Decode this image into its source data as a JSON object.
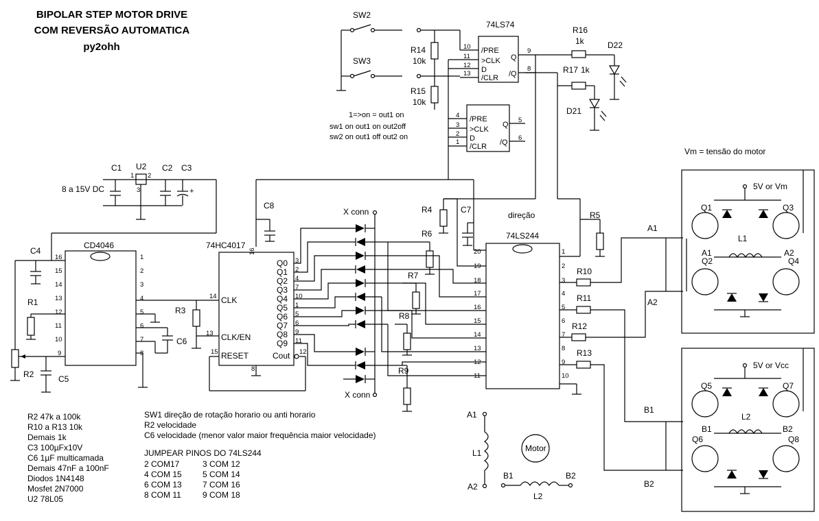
{
  "title": {
    "line1": "BIPOLAR STEP MOTOR DRIVE",
    "line2": "COM REVERSÃO AUTOMATICA",
    "author": "py2ohh"
  },
  "components": {
    "sw2": "SW2",
    "sw3": "SW3",
    "ic74ls74": "74LS74",
    "r16": "R16",
    "r16v": "1k",
    "d22": "D22",
    "r17": "R17",
    "r17v": "1k",
    "d21": "D21",
    "r14": "R14",
    "r14v": "10k",
    "r15": "R15",
    "r15v": "10k",
    "c1": "C1",
    "u2": "U2",
    "c2": "C2",
    "c3": "C3",
    "supply": "8 a 15V DC",
    "c8": "C8",
    "c4": "C4",
    "ic4046": "CD4046",
    "r1": "R1",
    "r2": "R2",
    "c5": "C5",
    "r3": "R3",
    "c6": "C6",
    "ic4017": "74HC4017",
    "xconn_top": "X conn",
    "xconn_bot": "X conn",
    "r4": "R4",
    "c7": "C7",
    "r5": "R5",
    "r6": "R6",
    "r7": "R7",
    "r8": "R8",
    "r9": "R9",
    "direcao": "direção",
    "ic244": "74LS244",
    "r10": "R10",
    "r11": "R11",
    "r12": "R12",
    "r13": "R13",
    "vm_label": "Vm = tensão do motor",
    "vsup1": "5V or Vm",
    "vsup2": "5V or Vcc",
    "q1": "Q1",
    "q2": "Q2",
    "q3": "Q3",
    "q4": "Q4",
    "q5": "Q5",
    "q6": "Q6",
    "q7": "Q7",
    "q8": "Q8",
    "l1": "L1",
    "l2": "L2",
    "a1": "A1",
    "a2": "A2",
    "b1": "B1",
    "b2": "B2",
    "motor": "Motor"
  },
  "pins": {
    "ls74_top": [
      "/PRE",
      ">CLK",
      "D",
      "/CLR",
      "Q",
      "/Q"
    ],
    "ls74_top_nums": [
      "10",
      "11",
      "12",
      "13",
      "9",
      "8"
    ],
    "ls74_bot": [
      "/PRE",
      ">CLK",
      "D",
      "/CLR",
      "Q",
      "/Q"
    ],
    "ls74_bot_nums": [
      "4",
      "3",
      "2",
      "1",
      "5",
      "6"
    ],
    "ic4017_out": [
      "Q0",
      "Q1",
      "Q2",
      "Q3",
      "Q4",
      "Q5",
      "Q6",
      "Q7",
      "Q8",
      "Q9"
    ],
    "ic4017_out_nums": [
      "3",
      "2",
      "4",
      "7",
      "10",
      "1",
      "5",
      "6",
      "9",
      "11"
    ],
    "ic4017_in": [
      "CLK",
      "CLK/EN",
      "RESET",
      "Cout"
    ],
    "ic4017_in_nums": [
      "14",
      "13",
      "15",
      "12",
      "16",
      "8"
    ],
    "ic4046_left": [
      "16",
      "15",
      "14",
      "13",
      "12",
      "11",
      "10",
      "9"
    ],
    "ic4046_right": [
      "1",
      "2",
      "3",
      "4",
      "5",
      "6",
      "7",
      "8"
    ],
    "ic244_left": [
      "20",
      "19",
      "18",
      "17",
      "16",
      "15",
      "14",
      "13",
      "12",
      "11"
    ],
    "ic244_right": [
      "1",
      "2",
      "3",
      "4",
      "5",
      "6",
      "7",
      "8",
      "9",
      "10"
    ],
    "u2_pins": [
      "1",
      "2",
      "3"
    ]
  },
  "truth_table": {
    "line1": "1=>on = out1 on",
    "line2": "sw1 on  out1 on     out2off",
    "line3": "sw2 on  out1 off    out2 on"
  },
  "parts_list": [
    "R2 47k a 100k",
    "R10 a R13 10k",
    "Demais 1k",
    "C3 100µFx10V",
    "C6 1µF multicamada",
    "Demais 47nF a 100nF",
    "Diodos 1N4148",
    "Mosfet 2N7000",
    "U2 78L05"
  ],
  "notes": [
    "SW1 direção de rotação horario ou anti horario",
    "R2 velocidade",
    "C6 velocidade (menor valor maior frequência maior velocidade)"
  ],
  "jumper": {
    "title": "JUMPEAR PINOS DO 74LS244",
    "col1": [
      "2 COM17",
      "4 COM 15",
      "6 COM 13",
      "8 COM 11"
    ],
    "col2": [
      "3 COM 12",
      "5 COM 14",
      "7 COM 16",
      "9 COM 18"
    ]
  }
}
